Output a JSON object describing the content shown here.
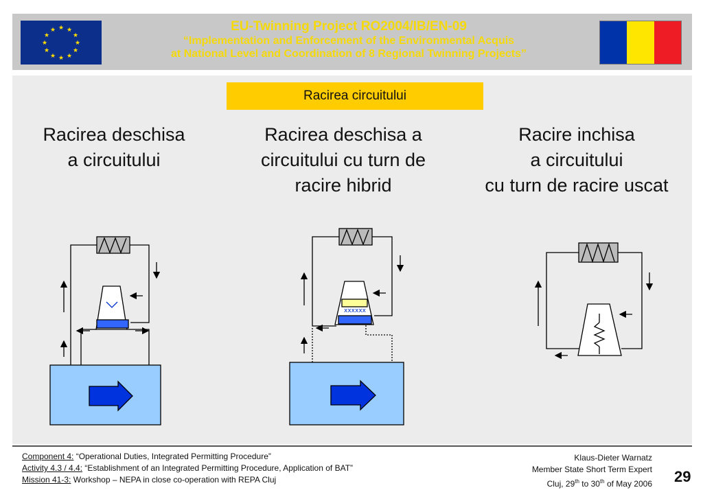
{
  "header": {
    "project_title": "EU-Twinning  Project  RO2004/IB/EN-09",
    "subtitle_line1": "“Implementation and Enforcement of the Environmental Acquis",
    "subtitle_line2": "at National Level and Coordination of 8 Regional Twinning Projects”"
  },
  "slide": {
    "tag": "Racirea circuitului",
    "columns": [
      {
        "lines": [
          "Racirea deschisa",
          "a circuitului"
        ]
      },
      {
        "lines": [
          "Racirea deschisa a",
          "circuitului cu turn de",
          "racire hibrid"
        ]
      },
      {
        "lines": [
          "Racire inchisa",
          "a circuitului",
          "cu turn de racire uscat"
        ]
      }
    ]
  },
  "footer": {
    "component_label": "Component 4:",
    "component_text": " “Operational Duties, Integrated Permitting Procedure”",
    "activity_label": "Activity 4.3 / 4.4:",
    "activity_text": " “Establishment of an Integrated Permitting Procedure, Application of BAT”",
    "mission_label": "Mission 41-3:",
    "mission_text": " Workshop – NEPA in close co-operation with REPA Cluj",
    "author": "Klaus-Dieter Warnatz",
    "role": "Member State Short Term Expert",
    "location_prefix": "Cluj, 29",
    "location_sup1": "th",
    "location_mid": " to 30",
    "location_sup2": "th",
    "location_suffix": " of May 2006",
    "page_number": "29"
  },
  "colors": {
    "eu_blue": "#0b2f8a",
    "eu_star": "#ffdd00",
    "title_yellow": "#f5d90a",
    "tag_yellow": "#ffcc00",
    "ro_blue": "#0033aa",
    "ro_yellow": "#ffe600",
    "ro_red": "#ee1c25",
    "basin": "#99ccff",
    "flow_arrow": "#0033dd"
  }
}
